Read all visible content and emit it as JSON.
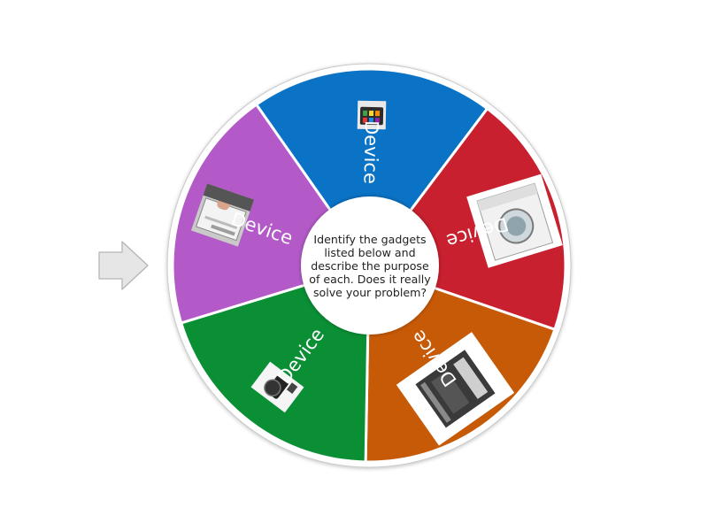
{
  "wheel": {
    "center_text_lines": [
      "Identify the gadgets",
      "listed below and",
      "describe the purpose",
      "of each. Does it really",
      "solve your problem?"
    ],
    "segments": [
      {
        "label": "Device",
        "color": "#0a73c6",
        "image": "smartphone-photo"
      },
      {
        "label": "Device",
        "color": "#c8202f",
        "image": "washing-machine-photo"
      },
      {
        "label": "Device",
        "color": "#c75a06",
        "image": "printer-photo"
      },
      {
        "label": "Device",
        "color": "#0a8f35",
        "image": "camera-photo"
      },
      {
        "label": "Device",
        "color": "#b35ac8",
        "image": "tablet-photo"
      }
    ]
  },
  "pointer": {
    "icon": "arrow-right-icon",
    "color": "#e6e6e6"
  }
}
